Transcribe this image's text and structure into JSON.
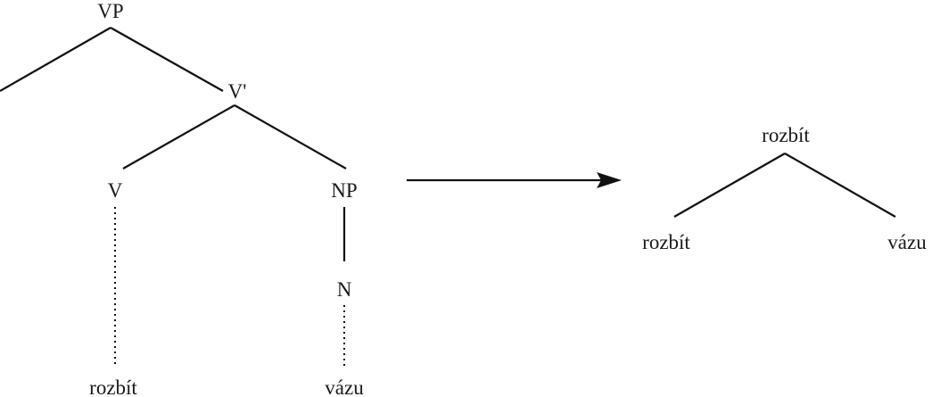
{
  "left_tree": {
    "nodes": {
      "vp": "VP",
      "vbar": "V'",
      "v": "V",
      "np": "NP",
      "n": "N",
      "leaf_verb": "rozbít",
      "leaf_noun": "vázu"
    }
  },
  "right_tree": {
    "nodes": {
      "root": "rozbít",
      "left_child": "rozbít",
      "right_child": "vázu"
    }
  }
}
